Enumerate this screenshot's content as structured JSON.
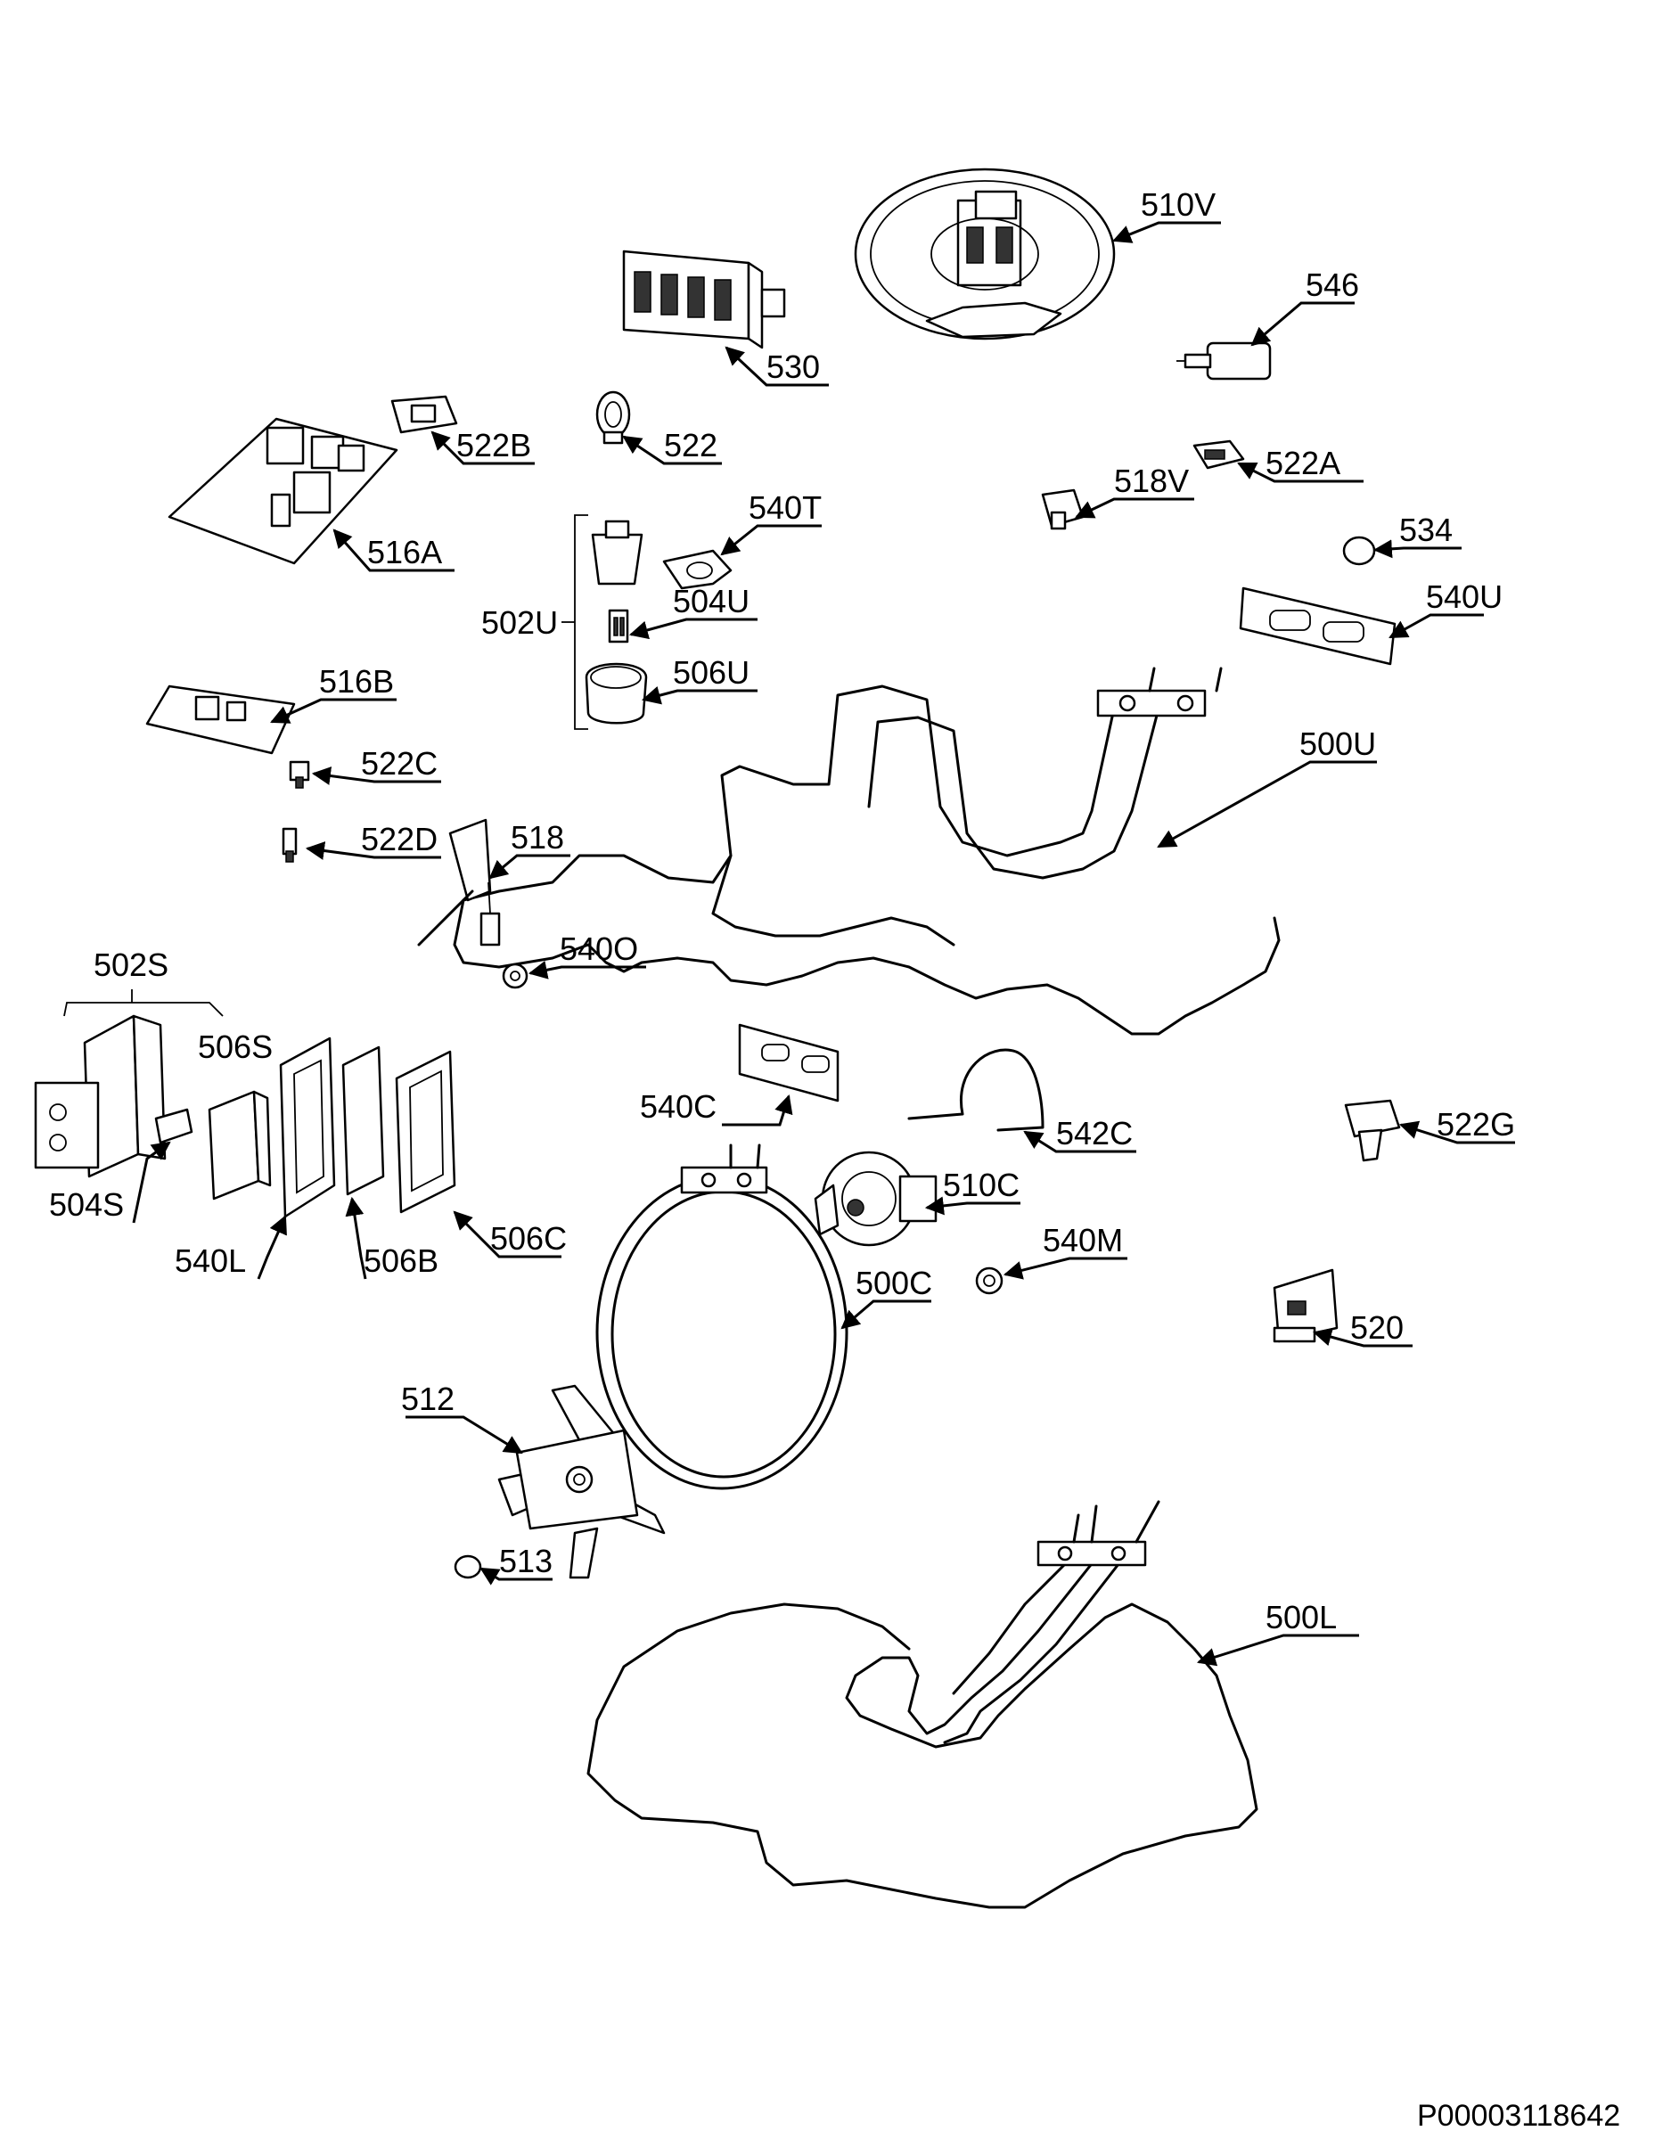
{
  "labels": {
    "l510V": "510V",
    "l546": "546",
    "l530": "530",
    "l522B": "522B",
    "l522": "522",
    "l522A": "522A",
    "l518V": "518V",
    "l540T": "540T",
    "l516A": "516A",
    "l502U": "502U",
    "l504U": "504U",
    "l534": "534",
    "l540U": "540U",
    "l506U": "506U",
    "l516B": "516B",
    "l500U": "500U",
    "l522C": "522C",
    "l522D": "522D",
    "l518": "518",
    "l540O": "540O",
    "l502S": "502S",
    "l506S": "506S",
    "l540C": "540C",
    "l542C": "542C",
    "l522G": "522G",
    "l504S": "504S",
    "l510C": "510C",
    "l506C": "506C",
    "l540M": "540M",
    "l540L": "540L",
    "l506B": "506B",
    "l500C": "500C",
    "l520": "520",
    "l512": "512",
    "l513": "513",
    "l500L": "500L"
  },
  "footer": {
    "drawing_code": "P00003118642"
  }
}
